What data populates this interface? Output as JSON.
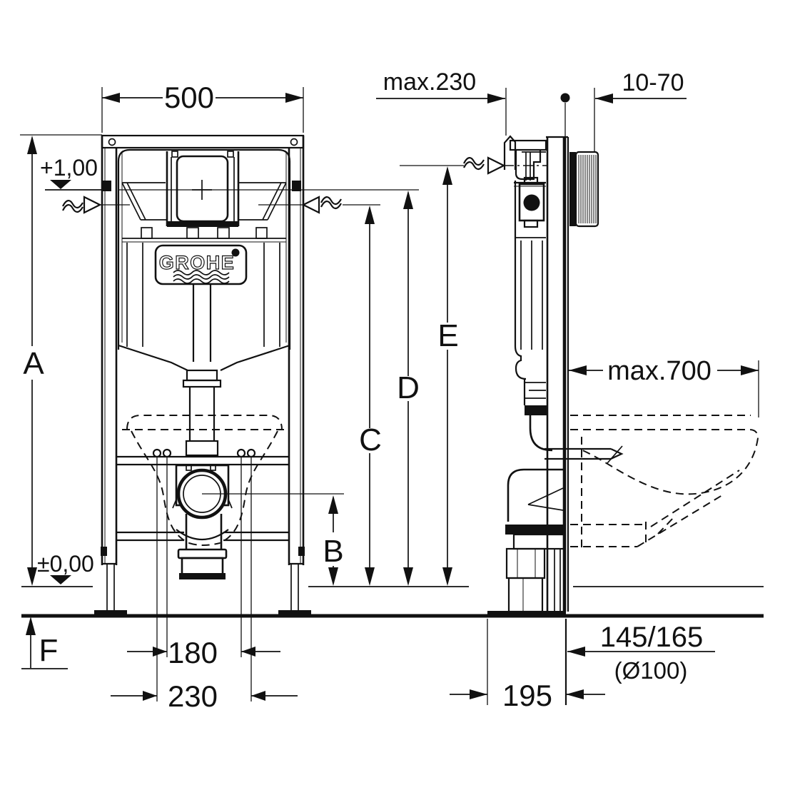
{
  "drawing": {
    "brand": "GROHE",
    "dimensions": {
      "frame_width": "500",
      "wall_clearance": "max.230",
      "finish_thickness": "10-70",
      "bowl_projection": "max.700",
      "fixing_span_inner": "180",
      "fixing_span_outer": "230",
      "outlet_offset": "195",
      "outlet_height": "145/165",
      "outlet_diameter": "(Ø100)"
    },
    "levels": {
      "upper": "+1,00",
      "zero": "±0,00"
    },
    "references": {
      "a": "A",
      "b": "B",
      "c": "C",
      "d": "D",
      "e": "E",
      "f": "F"
    }
  }
}
